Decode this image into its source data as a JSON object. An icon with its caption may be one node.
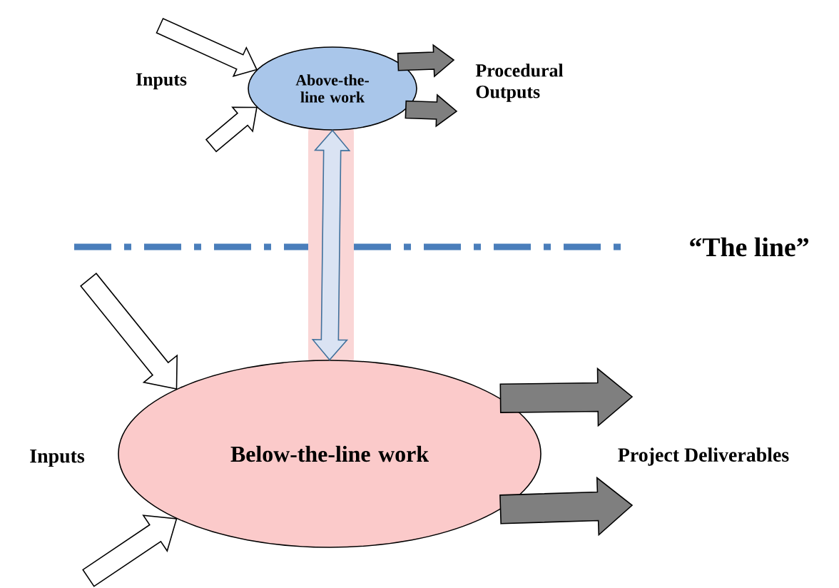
{
  "diagram": {
    "nodes": [
      {
        "text": [
          "Above-the-line work"
        ]
      },
      {
        "text": [
          "Below-the-line work"
        ]
      }
    ],
    "edges": [
      {
        "from": 0,
        "to": 1,
        "arrow": "both",
        "color": "#dae3f3"
      },
      {
        "from": null,
        "to": 0,
        "arrow": "to",
        "color": "#ffffff"
      },
      {
        "from": null,
        "to": 0,
        "arrow": "to",
        "color": "#ffffff"
      },
      {
        "from": 0,
        "to": null,
        "arrow": "to",
        "color": "#7f7f7f"
      },
      {
        "from": 0,
        "to": null,
        "arrow": "to",
        "color": "#7f7f7f"
      },
      {
        "from": null,
        "to": 1,
        "arrow": "to",
        "color": "#ffffff"
      },
      {
        "from": null,
        "to": 1,
        "arrow": "to",
        "color": "#ffffff"
      },
      {
        "from": 1,
        "to": null,
        "arrow": "to",
        "color": "#7f7f7f"
      },
      {
        "from": 1,
        "to": null,
        "arrow": "to",
        "color": "#7f7f7f"
      }
    ],
    "labels": [
      "Inputs",
      "Procedural Outputs",
      "“The line”",
      "Inputs",
      "Project Deliverables"
    ]
  }
}
